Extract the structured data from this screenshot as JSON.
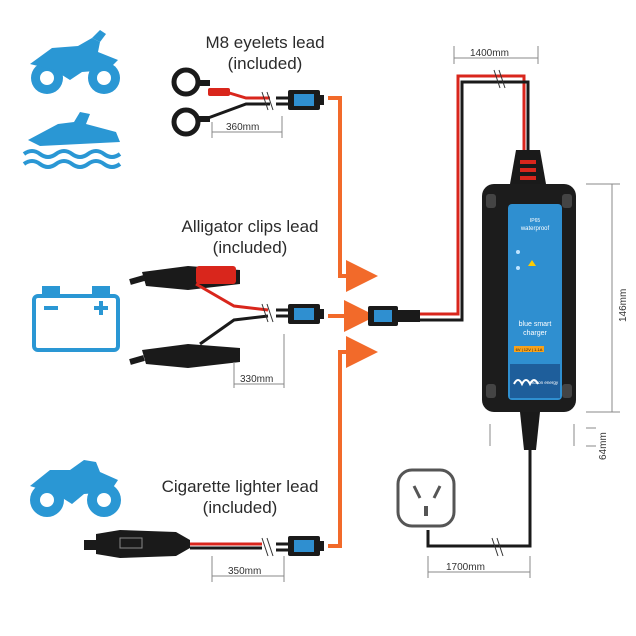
{
  "leads": [
    {
      "title": "M8 eyelets lead",
      "sub": "(included)",
      "length": "360mm"
    },
    {
      "title": "Alligator clips lead",
      "sub": "(included)",
      "length": "330mm"
    },
    {
      "title": "Cigarette lighter lead",
      "sub": "(included)",
      "length": "350mm"
    }
  ],
  "charger": {
    "ip": "IP65",
    "waterproof": "waterproof",
    "name_line1": "blue smart",
    "name_line2": "charger",
    "voltage": "6V | 12V | 1.1A",
    "brand": "victron energy"
  },
  "dims": {
    "cable_top": "1400mm",
    "height": "146mm",
    "width": "64mm",
    "mains": "1700mm"
  },
  "colors": {
    "icon_blue": "#2a97d4",
    "arrow_orange": "#f26a2a",
    "red_wire": "#d9261c",
    "charger_blue": "#2f8fd0"
  },
  "icons": [
    "motorcycle-icon",
    "jet-ski-icon",
    "battery-icon",
    "motorcycle-icon",
    "mains-socket-icon"
  ]
}
